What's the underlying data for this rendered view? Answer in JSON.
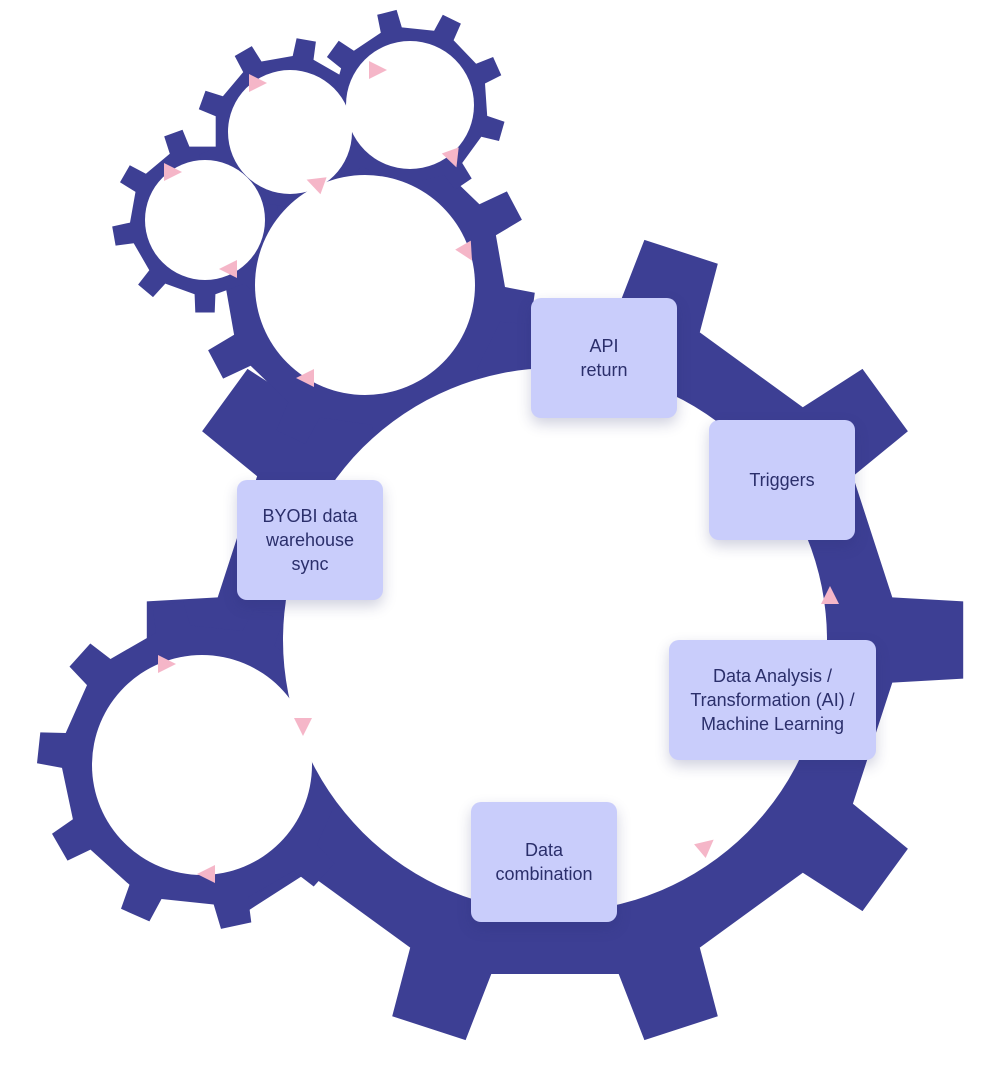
{
  "colors": {
    "gear": "#3d3f94",
    "box_fill": "#c9cdfb",
    "box_text": "#2b2f6b",
    "arrow": "#f5b6c8",
    "background": "#ffffff"
  },
  "steps": [
    {
      "id": "api-return",
      "lines": [
        "API",
        "return"
      ]
    },
    {
      "id": "triggers",
      "lines": [
        "Triggers"
      ]
    },
    {
      "id": "data-analysis",
      "lines": [
        "Data Analysis /",
        "Transformation (AI) /",
        "Machine Learning"
      ]
    },
    {
      "id": "data-combination",
      "lines": [
        "Data",
        "combination"
      ]
    },
    {
      "id": "byobi-sync",
      "lines": [
        "BYOBI data",
        "warehouse",
        "sync"
      ]
    }
  ]
}
